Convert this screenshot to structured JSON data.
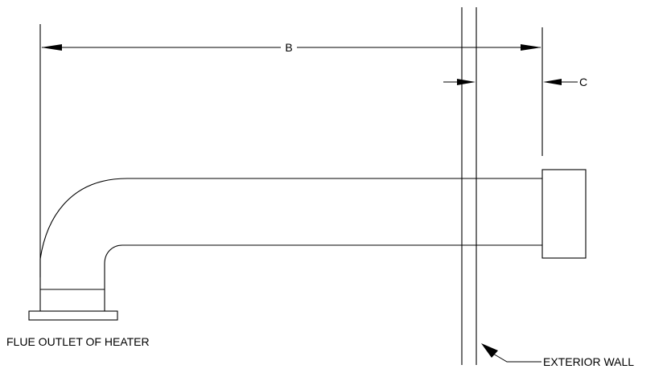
{
  "labels": {
    "dimension_b": "B",
    "dimension_c": "C",
    "flue_outlet": "FLUE OUTLET OF HEATER",
    "exterior_wall": "EXTERIOR WALL"
  },
  "colors": {
    "line": "#000000",
    "background": "#ffffff"
  }
}
